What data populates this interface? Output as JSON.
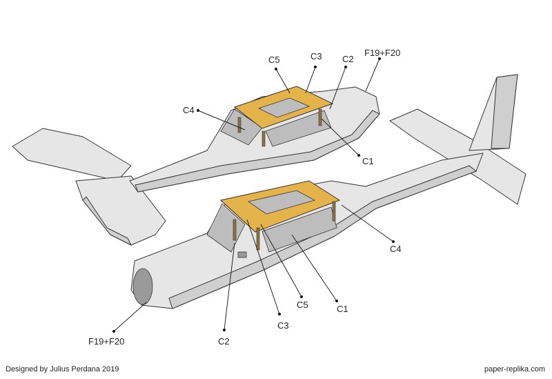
{
  "labels": {
    "upper": {
      "c5": "C5",
      "c3": "C3",
      "c2": "C2",
      "f19f20": "F19+F20",
      "c4": "C4",
      "c1": "C1"
    },
    "lower": {
      "c4": "C4",
      "c5": "C5",
      "c1": "C1",
      "c3": "C3",
      "c2": "C2",
      "f19f20": "F19+F20"
    }
  },
  "footer": {
    "credit": "Designed by Julius Perdana 2019",
    "site": "paper-replika.com"
  },
  "colors": {
    "roof": "#e4b34a",
    "body": "#e6e6e6"
  }
}
